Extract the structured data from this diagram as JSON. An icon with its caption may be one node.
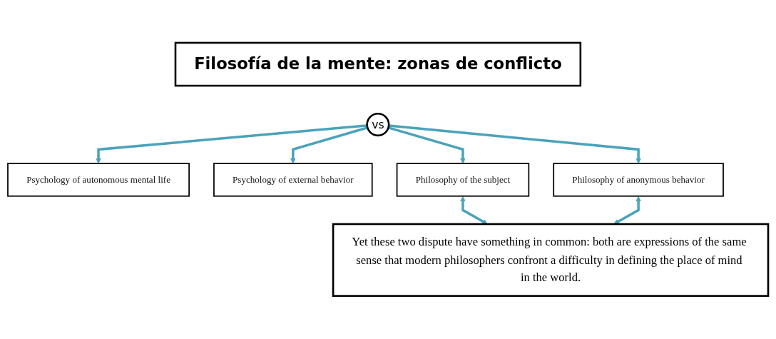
{
  "diagram": {
    "nodes": [
      {
        "text": [
          "Filosofía de la mente: zonas de conflicto"
        ]
      },
      {
        "text": [
          "Psychology of autonomous mental life"
        ]
      },
      {
        "text": [
          "vs"
        ]
      },
      {
        "text": [
          "Psychology of external behavior"
        ]
      },
      {
        "text": [
          "Philosophy of the subject"
        ]
      },
      {
        "text": [
          "Philosophy of anonymous behavior"
        ]
      },
      {
        "text": [
          "Yet these two dispute have something in common: both are expressions of the same sense that modern philosophers confront a difficulty in defining the place of mind in the world."
        ]
      }
    ],
    "edges": [
      {
        "from": 2,
        "to": 1,
        "arrow": "to"
      },
      {
        "from": 2,
        "to": 4,
        "arrow": "to"
      },
      {
        "from": 2,
        "to": 3,
        "arrow": "to"
      },
      {
        "from": 2,
        "to": 5,
        "arrow": "to"
      },
      {
        "from": 4,
        "to": 6,
        "arrow": "both"
      },
      {
        "from": 5,
        "to": 6,
        "arrow": "both"
      }
    ]
  }
}
